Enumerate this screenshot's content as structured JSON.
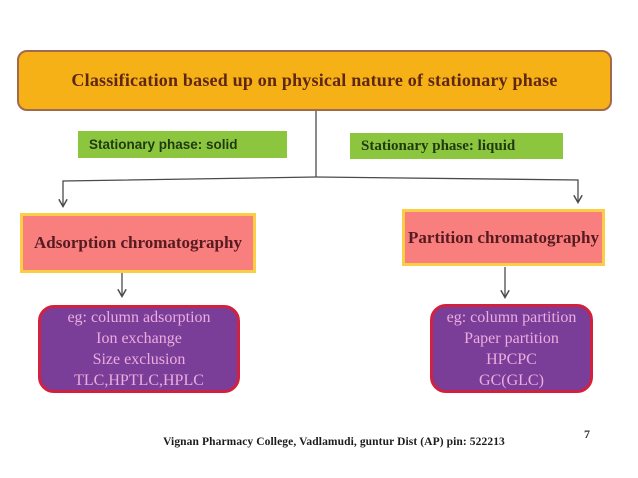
{
  "slide": {
    "title": "Classification based up on physical nature of stationary phase",
    "footer": "Vignan Pharmacy College, Vadlamudi, guntur Dist (AP) pin: 522213",
    "page_number": "7"
  },
  "branches": {
    "solid": {
      "phase_label": "Stationary phase: solid",
      "node_label": "Adsorption chromatography",
      "examples": [
        "eg: column adsorption",
        "Ion exchange",
        "Size exclusion",
        "TLC,HPTLC,HPLC"
      ]
    },
    "liquid": {
      "phase_label": "Stationary phase:  liquid",
      "node_label": "Partition chromatography",
      "examples": [
        "eg: column partition",
        "Paper partition",
        "HPCPC",
        "GC(GLC)"
      ]
    }
  },
  "colors": {
    "title_fill": "#F6B117",
    "title_border": "#A16A4E",
    "title_text": "#5F2712",
    "green_fill": "#8CC63E",
    "pink_fill": "#F87F7E",
    "pink_border": "#FCCE45",
    "purple_fill": "#7A3E99",
    "purple_border": "#D2213F",
    "purple_text": "#ECACDD",
    "connector_line": "#4a4a4a"
  }
}
